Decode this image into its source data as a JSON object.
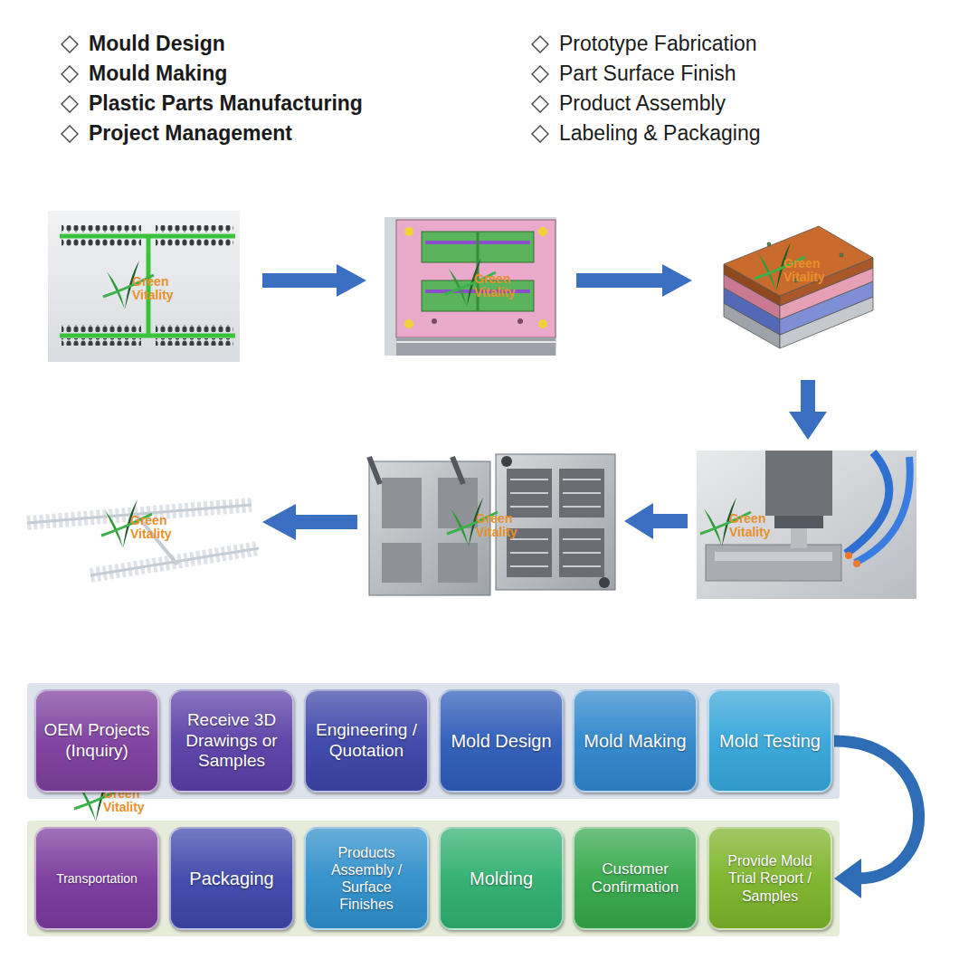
{
  "diagram": {
    "nodes": [
      {
        "text": [
          "OEM Projects (Inquiry)"
        ]
      },
      {
        "text": [
          "Receive 3D Drawings or Samples"
        ]
      },
      {
        "text": [
          "Engineering / Quotation"
        ]
      },
      {
        "text": [
          "Mold Design"
        ]
      },
      {
        "text": [
          "Mold Making"
        ]
      },
      {
        "text": [
          "Mold Testing"
        ]
      },
      {
        "text": [
          "Transportation"
        ]
      },
      {
        "text": [
          "Packaging"
        ]
      },
      {
        "text": [
          "Products Assembly / Surface Finishes"
        ]
      },
      {
        "text": [
          "Molding"
        ]
      },
      {
        "text": [
          "Customer Confirmation"
        ]
      },
      {
        "text": [
          "Provide Mold Trial Report / Samples"
        ]
      }
    ],
    "edges": [
      {
        "from": 5,
        "to": 11,
        "arrow": "to"
      }
    ],
    "labels": [
      "Mould Design",
      "Mould Making",
      "Plastic Parts Manufacturing",
      "Project Management",
      "Prototype Fabrication",
      "Part Surface Finish",
      "Product Assembly",
      "Labeling & Packaging",
      "Green Vitality",
      "Green Vitality",
      "Green Vitality",
      "Green Vitality",
      "Green Vitality",
      "Green Vitality",
      "Green Vitality"
    ]
  }
}
